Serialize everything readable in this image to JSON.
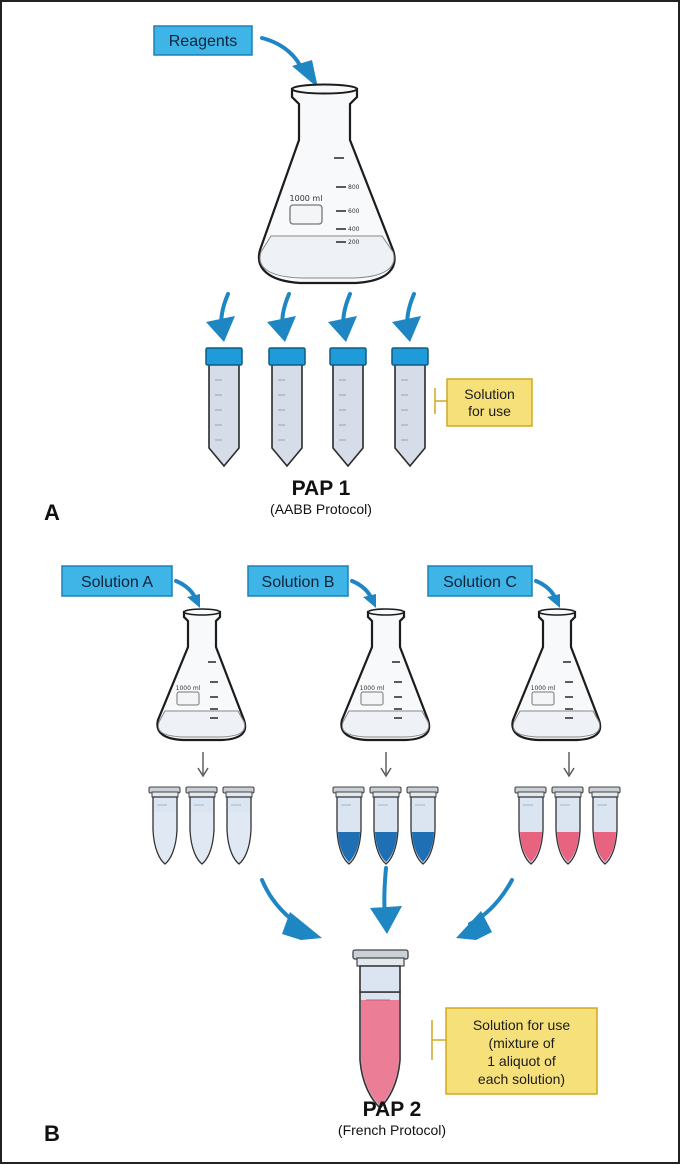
{
  "panel_a": {
    "letter": "A",
    "reagents_label": "Reagents",
    "flask_volume": "1000 ml",
    "flask_ticks": [
      "800",
      "600",
      "400",
      "200"
    ],
    "solution_label_line1": "Solution",
    "solution_label_line2": "for use",
    "title": "PAP 1",
    "subtitle": "(AABB Protocol)",
    "tube_count": 4
  },
  "panel_b": {
    "letter": "B",
    "solutions": [
      {
        "label": "Solution A",
        "flask_volume": "1000 ml",
        "tube_color": "#dfe8f3"
      },
      {
        "label": "Solution B",
        "flask_volume": "1000 ml",
        "tube_color": "#1e6fb3"
      },
      {
        "label": "Solution C",
        "flask_volume": "1000 ml",
        "tube_color": "#e8637f"
      }
    ],
    "mix_label_lines": [
      "Solution for use",
      "(mixture of",
      "1 aliquot of",
      "each solution)"
    ],
    "title": "PAP 2",
    "subtitle": "(French Protocol)"
  },
  "colors": {
    "label_blue": "#3fb4e6",
    "label_yellow": "#f6e07a",
    "arrow_blue": "#1f86c4",
    "cap_blue": "#1e9bd8",
    "pink": "#ec7d96"
  }
}
